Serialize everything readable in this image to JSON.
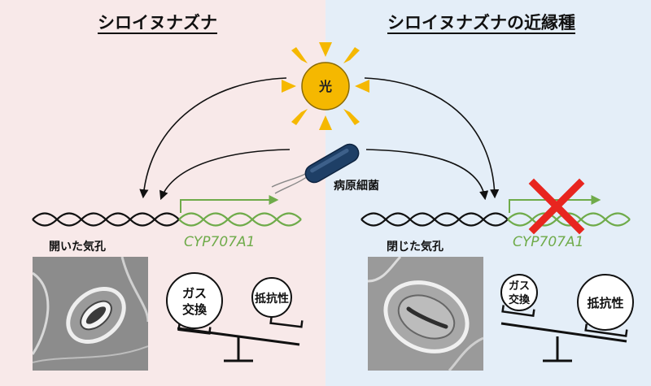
{
  "left_panel": {
    "title": "シロイヌナズナ",
    "stomata_label": "開いた気孔",
    "gene": "CYP707A1",
    "scale_left": [
      "ガス",
      "交換"
    ],
    "scale_right": "抵抗性"
  },
  "right_panel": {
    "title": "シロイヌナズナの近縁種",
    "stomata_label": "閉じた気孔",
    "gene": "CYP707A1",
    "scale_left": [
      "ガス",
      "交換"
    ],
    "scale_right": "抵抗性"
  },
  "center": {
    "sun_label": "光",
    "pathogen_label": "病原細菌"
  },
  "colors": {
    "left_bg": "#f8e9e9",
    "right_bg": "#e4eef8",
    "gene_green": "#6fab4a",
    "sun_yellow": "#f5b800",
    "bacterium_blue": "#1e3f66",
    "cross_red": "#e8251f"
  }
}
